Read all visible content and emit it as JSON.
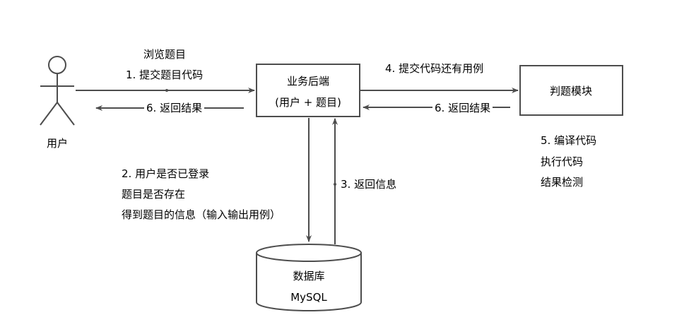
{
  "actor": {
    "label": "用户"
  },
  "backend": {
    "title": "业务后端",
    "subtitle": "(用户 + 题目)"
  },
  "judge": {
    "label": "判题模块"
  },
  "database": {
    "title": "数据库",
    "subtitle": "MySQL"
  },
  "arrows": {
    "browse": "浏览题目",
    "submit": "1. 提交题目代码",
    "return_user": "6. 返回结果",
    "submit_code": "4. 提交代码还有用例",
    "return_judge": "6. 返回结果",
    "return_info": "3. 返回信息"
  },
  "query_steps": [
    "2. 用户是否已登录",
    "题目是否存在",
    "得到题目的信息（输入输出用例）"
  ],
  "judge_steps": [
    "5. 编译代码",
    "执行代码",
    "结果检测"
  ],
  "colors": {
    "stroke": "#4d4d4d",
    "text": "#000000"
  }
}
